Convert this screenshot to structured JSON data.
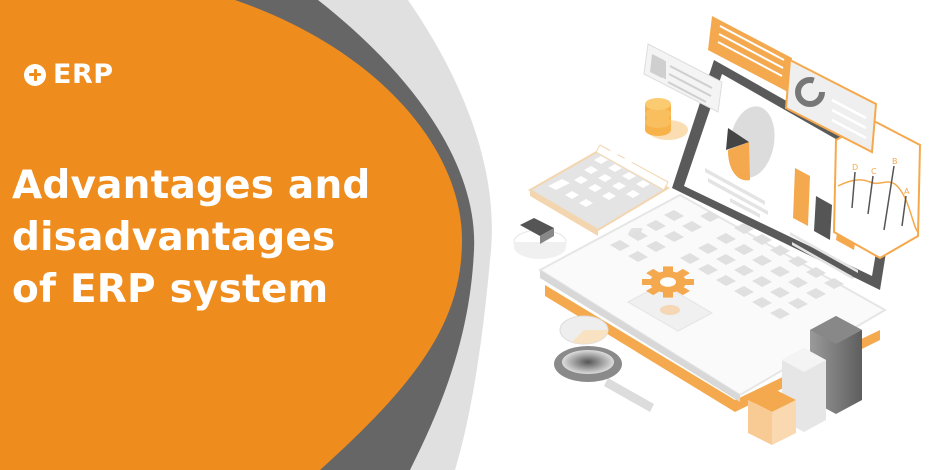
{
  "brand": {
    "logo_icon": "plus-circle-icon",
    "logo_text": "ERP"
  },
  "headline": {
    "lines": [
      "Advantages and",
      "disadvantages",
      "of ERP system"
    ]
  },
  "illustration": {
    "subject": "isometric laptop with ERP dashboard",
    "chart_card_labels": [
      "D",
      "C",
      "B",
      "A"
    ],
    "elements": [
      "laptop",
      "pie-chart",
      "bar-chart",
      "line-chart-card",
      "text-card",
      "donut-card",
      "coin-stack",
      "calculator",
      "gear",
      "magnifying-glass",
      "pie-token",
      "bar-blocks",
      "box"
    ]
  },
  "colors": {
    "orange": "#EF8C1E",
    "dark_grey": "#666666",
    "light_grey": "#E0E0E0",
    "background": "#FFFFFF",
    "text": "#FFFFFF",
    "accent_light_orange": "#F5A94E"
  }
}
